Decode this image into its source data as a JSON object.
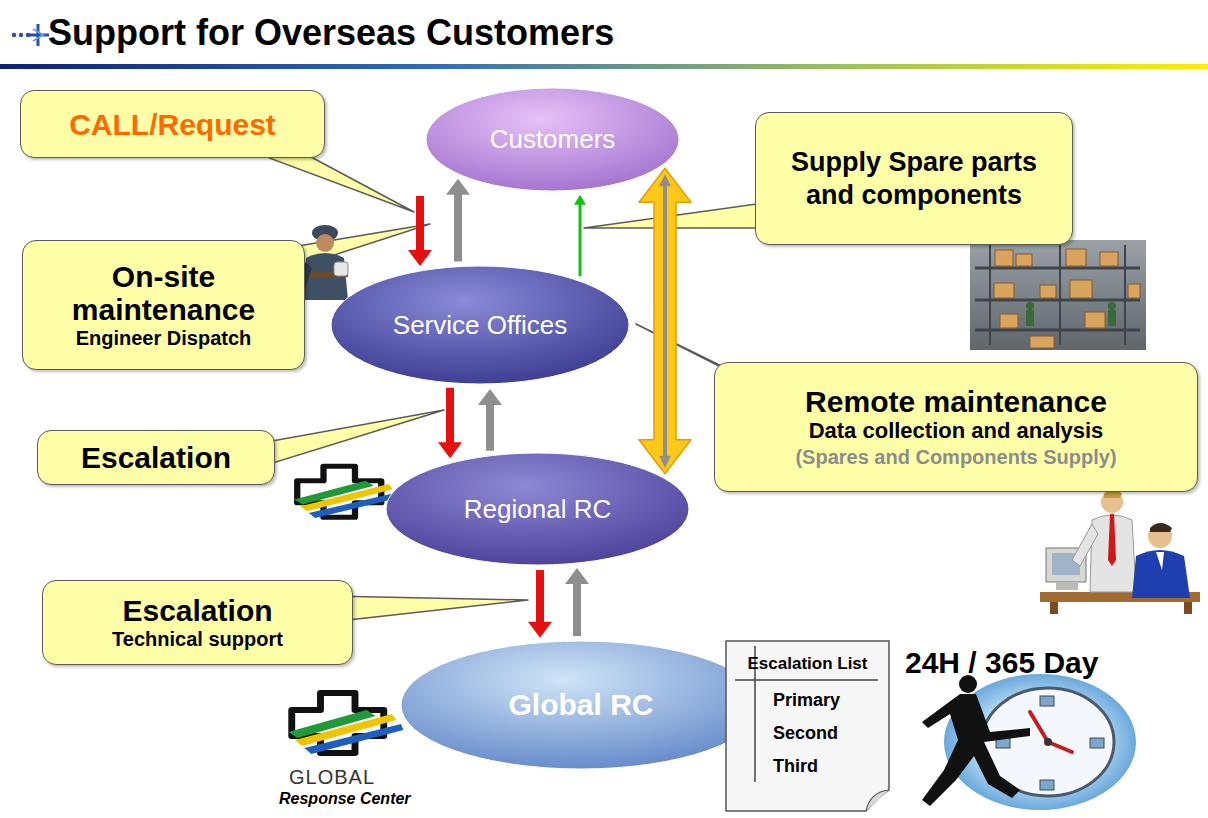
{
  "diagram": {
    "title": "Support for Overseas Customers",
    "nodes": [
      {
        "text": [
          "CALL/Request"
        ]
      },
      {
        "text": [
          "Customers"
        ]
      },
      {
        "text": [
          "Supply Spare parts and components"
        ]
      },
      {
        "text": [
          "On-site maintenance",
          "Engineer Dispatch"
        ]
      },
      {
        "text": [
          "Service Offices"
        ]
      },
      {
        "text": [
          "Remote maintenance",
          "Data collection and analysis",
          "(Spares and Components Supply)"
        ]
      },
      {
        "text": [
          "Escalation"
        ]
      },
      {
        "text": [
          "Regional RC"
        ]
      },
      {
        "text": [
          "Escalation",
          "Technical support"
        ]
      },
      {
        "text": [
          "Global RC"
        ]
      },
      {
        "text": [
          "Escalation List",
          "Primary",
          "Second",
          "Third"
        ]
      }
    ],
    "edges": [
      {
        "from": 1,
        "to": 4,
        "arrow": "to"
      },
      {
        "from": 4,
        "to": 1,
        "arrow": "to"
      },
      {
        "from": 4,
        "to": 7,
        "arrow": "to"
      },
      {
        "from": 7,
        "to": 4,
        "arrow": "to"
      },
      {
        "from": 7,
        "to": 9,
        "arrow": "to"
      },
      {
        "from": 9,
        "to": 7,
        "arrow": "to"
      },
      {
        "from": 4,
        "to": 1,
        "arrow": "to"
      },
      {
        "from": 1,
        "to": 7,
        "arrow": "both"
      }
    ],
    "labels": [
      "24H / 365 Day",
      "GLOBAL",
      "Response Center"
    ]
  }
}
